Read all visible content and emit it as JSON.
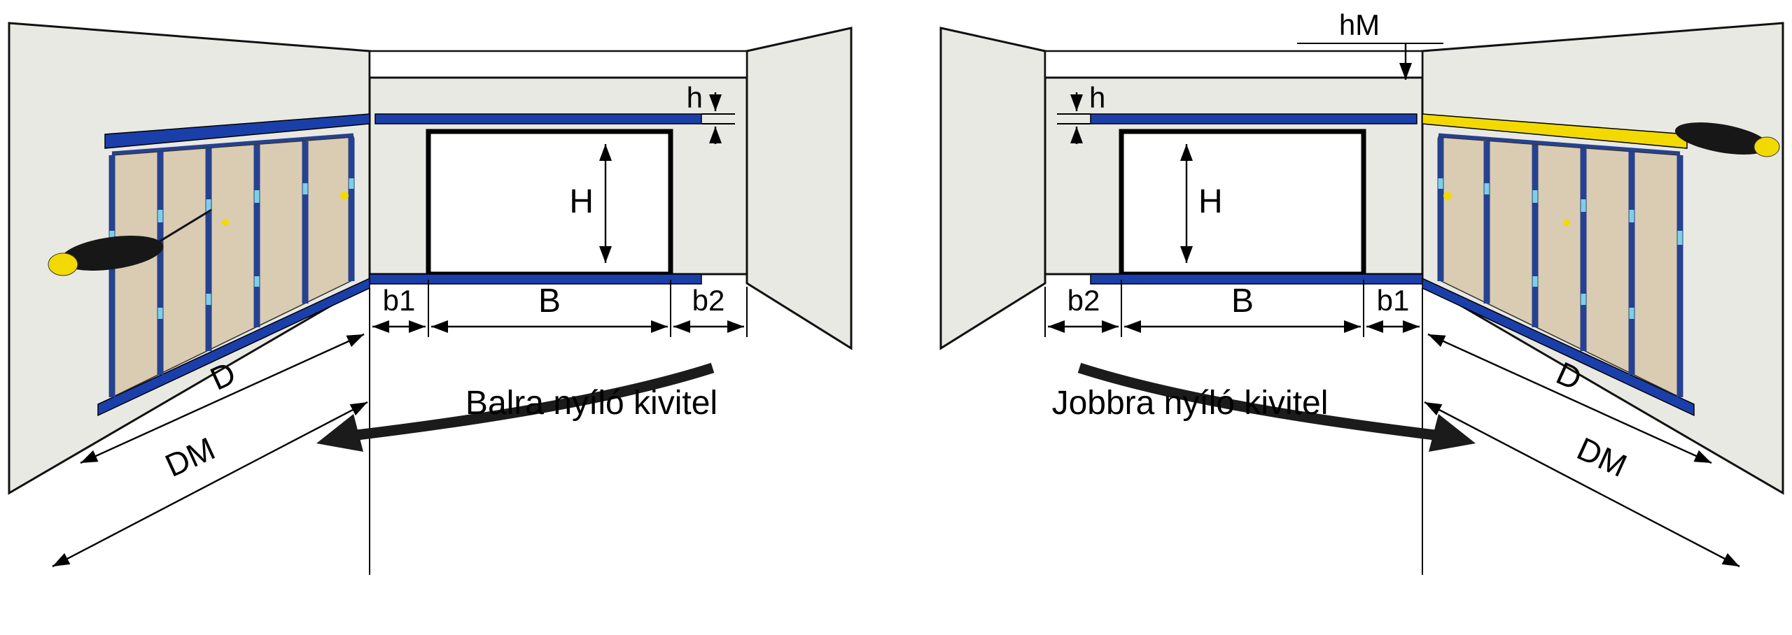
{
  "diagram": {
    "colors": {
      "wall": "#e9e9e4",
      "panel": "#d9ccb2",
      "rail_blue": "#1b3faa",
      "rail_yellow": "#f2da00",
      "hinge_cyan": "#7fd0e6",
      "outline": "#111111"
    },
    "left_scene": {
      "title": "Balra nyíló kivitel",
      "labels": {
        "h": "h",
        "H": "H",
        "b1": "b1",
        "B": "B",
        "b2": "b2",
        "D": "D",
        "DM": "DM"
      }
    },
    "right_scene": {
      "title": "Jobbra nyíló kivitel",
      "labels": {
        "hM": "hM",
        "h": "h",
        "H": "H",
        "b1": "b1",
        "B": "B",
        "b2": "b2",
        "D": "D",
        "DM": "DM"
      }
    }
  }
}
